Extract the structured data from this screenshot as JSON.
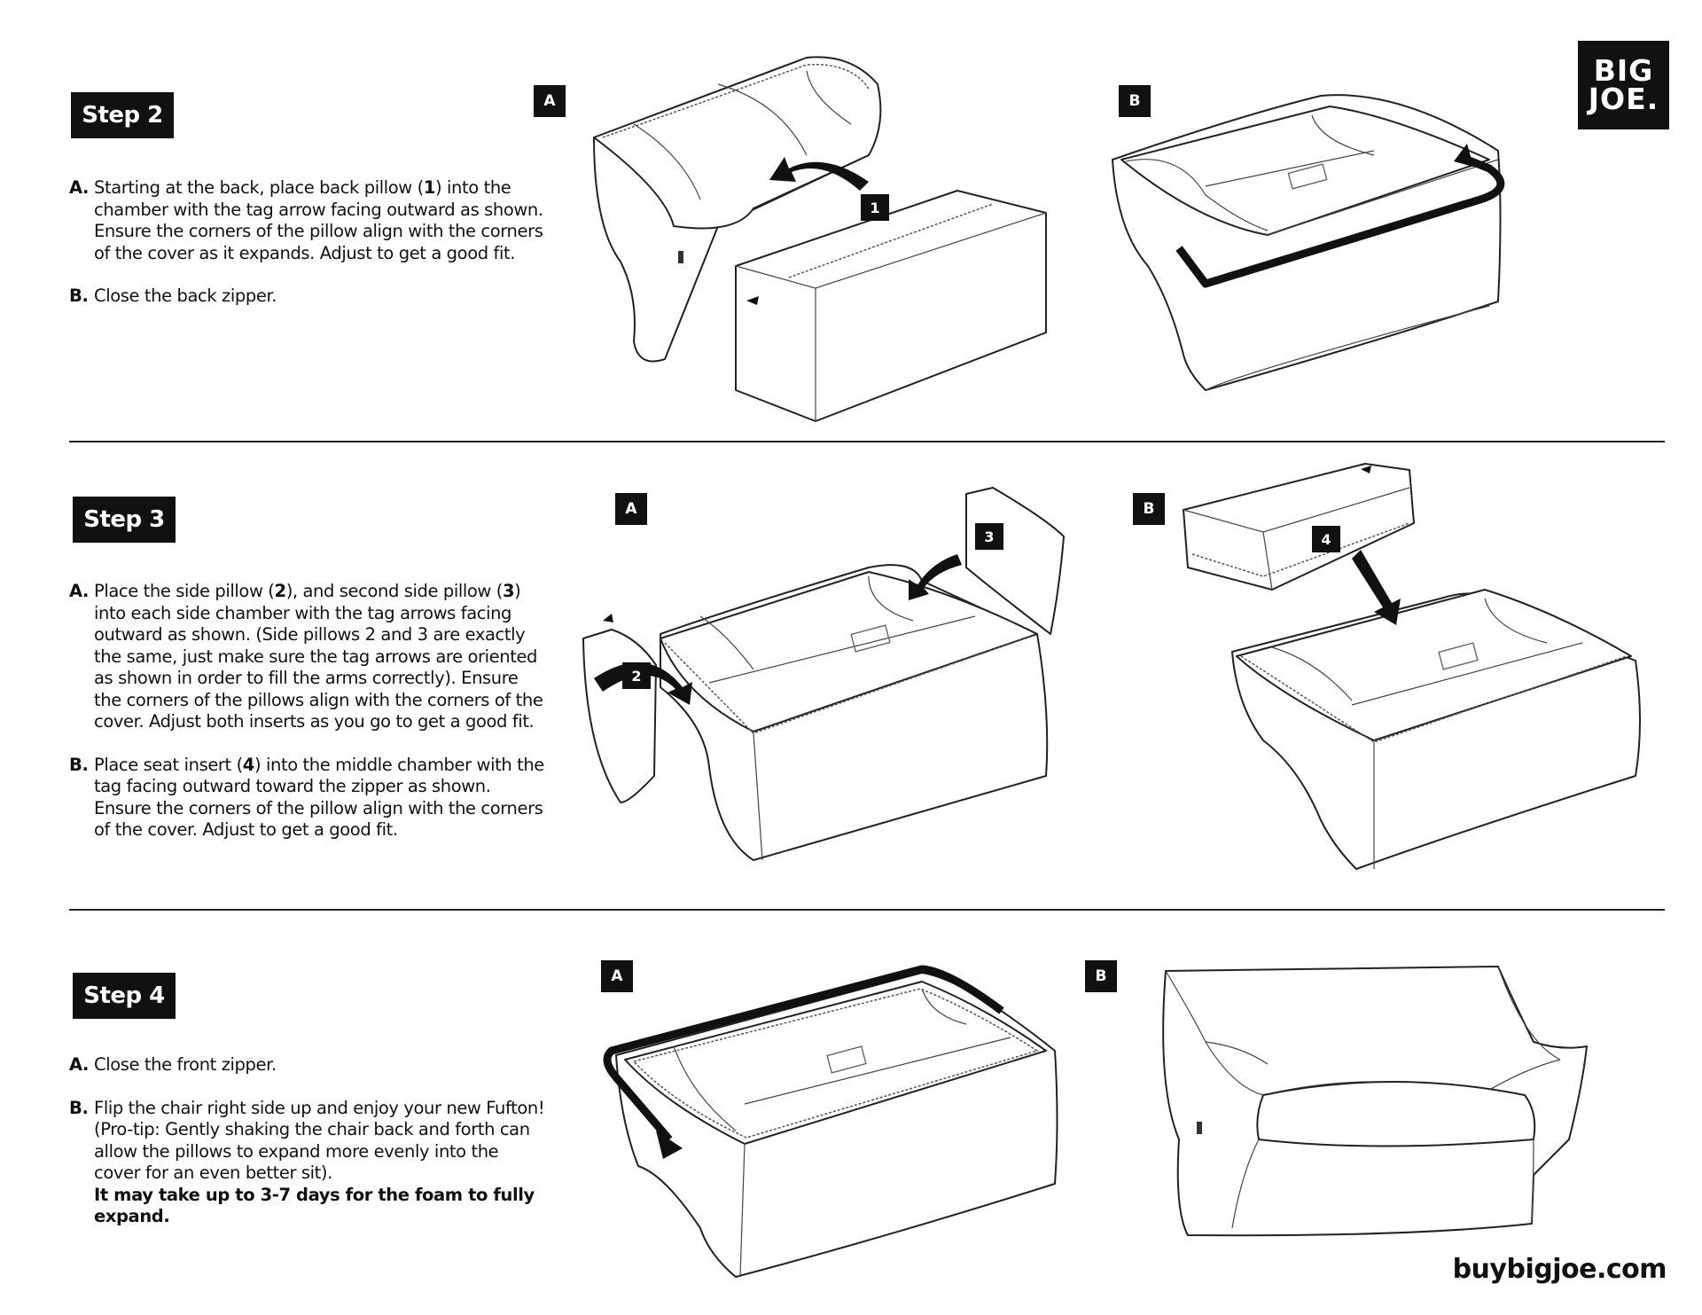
{
  "brand": {
    "logo_line1": "BIG",
    "logo_line2": "JOE.",
    "url": "buybigjoe.com"
  },
  "steps": [
    {
      "title": "Step 2",
      "instructions": [
        {
          "letter": "A.",
          "parts": [
            {
              "text": "Starting at the back, place back pillow (",
              "bold": false
            },
            {
              "text": "1",
              "bold": true
            },
            {
              "text": ") into the chamber with the tag arrow facing outward as shown. Ensure the corners of the pillow align with the corners of the cover as it expands. Adjust to get a good fit.",
              "bold": false
            }
          ]
        },
        {
          "letter": "B.",
          "parts": [
            {
              "text": "Close the back zipper.",
              "bold": false
            }
          ]
        }
      ],
      "figure_labels": [
        "A",
        "B"
      ],
      "callouts": [
        "1"
      ]
    },
    {
      "title": "Step 3",
      "instructions": [
        {
          "letter": "A.",
          "parts": [
            {
              "text": "Place the side pillow (",
              "bold": false
            },
            {
              "text": "2",
              "bold": true
            },
            {
              "text": "), and second side pillow (",
              "bold": false
            },
            {
              "text": "3",
              "bold": true
            },
            {
              "text": ") into each side chamber with the tag arrows facing outward as shown. (Side pillows 2 and 3 are exactly the same, just make sure the tag arrows are oriented as shown in order to fill the arms correctly). Ensure the corners of the pillows align with the corners of the cover. Adjust both inserts as you go to get a good fit.",
              "bold": false
            }
          ]
        },
        {
          "letter": "B.",
          "parts": [
            {
              "text": "Place seat insert (",
              "bold": false
            },
            {
              "text": "4",
              "bold": true
            },
            {
              "text": ") into the middle chamber with the tag facing outward toward the zipper as shown. Ensure the corners of the pillow align with the corners of the cover. Adjust to get a good fit.",
              "bold": false
            }
          ]
        }
      ],
      "figure_labels": [
        "A",
        "B"
      ],
      "callouts": [
        "2",
        "3",
        "4"
      ]
    },
    {
      "title": "Step 4",
      "instructions": [
        {
          "letter": "A.",
          "parts": [
            {
              "text": "Close the front zipper.",
              "bold": false
            }
          ]
        },
        {
          "letter": "B.",
          "parts": [
            {
              "text": "Flip the chair right side up and enjoy your new Fufton! (Pro-tip: Gently shaking the chair back and forth can allow the pillows to expand more evenly into the cover for an even better sit).",
              "bold": false
            },
            {
              "text": "It may take up to 3-7 days for the foam to fully expand.",
              "bold": true,
              "block": true
            }
          ]
        }
      ],
      "figure_labels": [
        "A",
        "B"
      ]
    }
  ]
}
